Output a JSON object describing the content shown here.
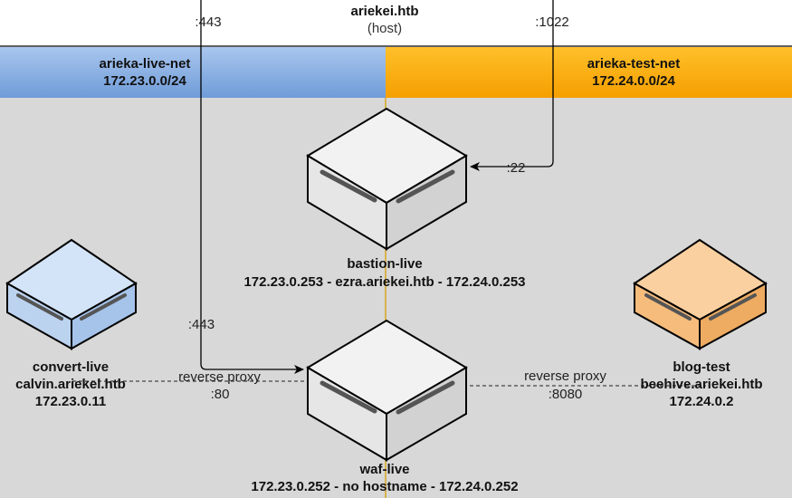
{
  "host": {
    "name": "ariekei.htb",
    "role": "(host)"
  },
  "networks": {
    "live": {
      "name": "arieka-live-net",
      "cidr": "172.23.0.0/24",
      "color": "#7fa9e1"
    },
    "test": {
      "name": "arieka-test-net",
      "cidr": "172.24.0.0/24",
      "color": "#ffa500"
    }
  },
  "nodes": {
    "bastion": {
      "name": "bastion-live",
      "detail": "172.23.0.253 - ezra.ariekei.htb - 172.24.0.253"
    },
    "waf": {
      "name": "waf-live",
      "detail": "172.23.0.252 - no hostname - 172.24.0.252"
    },
    "convert": {
      "name": "convert-live",
      "host": "calvin.ariekel.htb",
      "ip": "172.23.0.11"
    },
    "blog": {
      "name": "blog-test",
      "host": "beehive.ariekei.htb",
      "ip": "172.24.0.2"
    }
  },
  "edges": {
    "host_443": ":443",
    "host_1022": ":1022",
    "bastion_22": ":22",
    "waf_443": ":443",
    "convert_proxy": "reverse proxy",
    "convert_port": ":80",
    "blog_proxy": "reverse proxy",
    "blog_port": ":8080"
  },
  "colors": {
    "gray_bg": "#d8d8d8",
    "box_gray": "#f0f0f0",
    "box_blue": "#cfe0f6",
    "box_orange": "#f9c894",
    "line": "#000000",
    "divider": "#d9a620"
  }
}
